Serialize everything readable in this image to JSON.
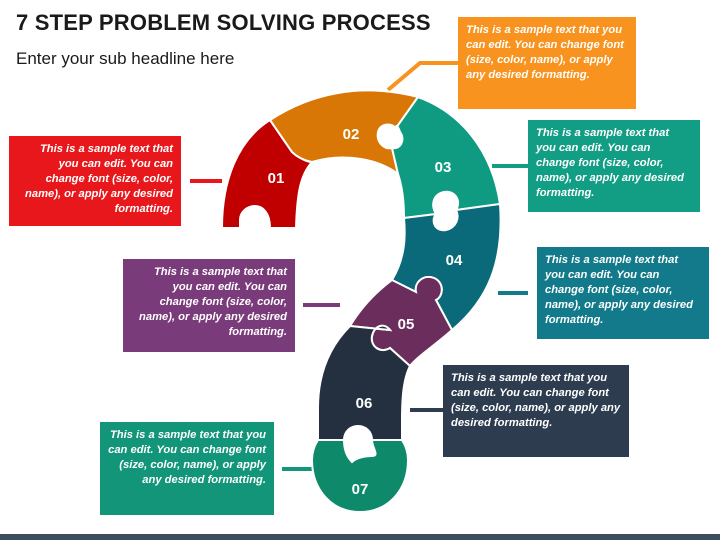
{
  "header": {
    "title": "7 STEP PROBLEM SOLVING PROCESS",
    "subtitle": "Enter your sub headline here"
  },
  "colors": {
    "step01": "#c00000",
    "step02": "#d97706",
    "step03": "#0f9b82",
    "step04": "#0b6a7a",
    "step05": "#6b2d5c",
    "step06": "#24303f",
    "step07": "#0e8a6b",
    "box01": "#e8171b",
    "box02": "#f7931e",
    "box03": "#119e84",
    "box04": "#127a8a",
    "box05": "#7a3b7a",
    "box06": "#2d3d4f",
    "box07": "#13957a",
    "footer": "#3d4d5e"
  },
  "steps": [
    {
      "number": "01",
      "text": "This is a sample text that you can edit. You can change font (size, color, name), or apply any desired formatting."
    },
    {
      "number": "02",
      "text": "This is a sample text that you can edit. You can change font (size, color, name), or apply any desired formatting."
    },
    {
      "number": "03",
      "text": "This is a sample text that you can edit. You can change font (size, color, name), or apply any desired formatting."
    },
    {
      "number": "04",
      "text": "This is a sample text that you can edit. You can change font (size, color, name), or apply any desired formatting."
    },
    {
      "number": "05",
      "text": "This is a sample text that you can edit. You can change font (size, color, name), or apply any desired formatting."
    },
    {
      "number": "06",
      "text": "This is a sample text that you can edit. You can change font (size, color, name), or apply any desired formatting."
    },
    {
      "number": "07",
      "text": "This is a sample text that you can edit. You can change font (size, color, name), or apply any desired formatting."
    }
  ]
}
